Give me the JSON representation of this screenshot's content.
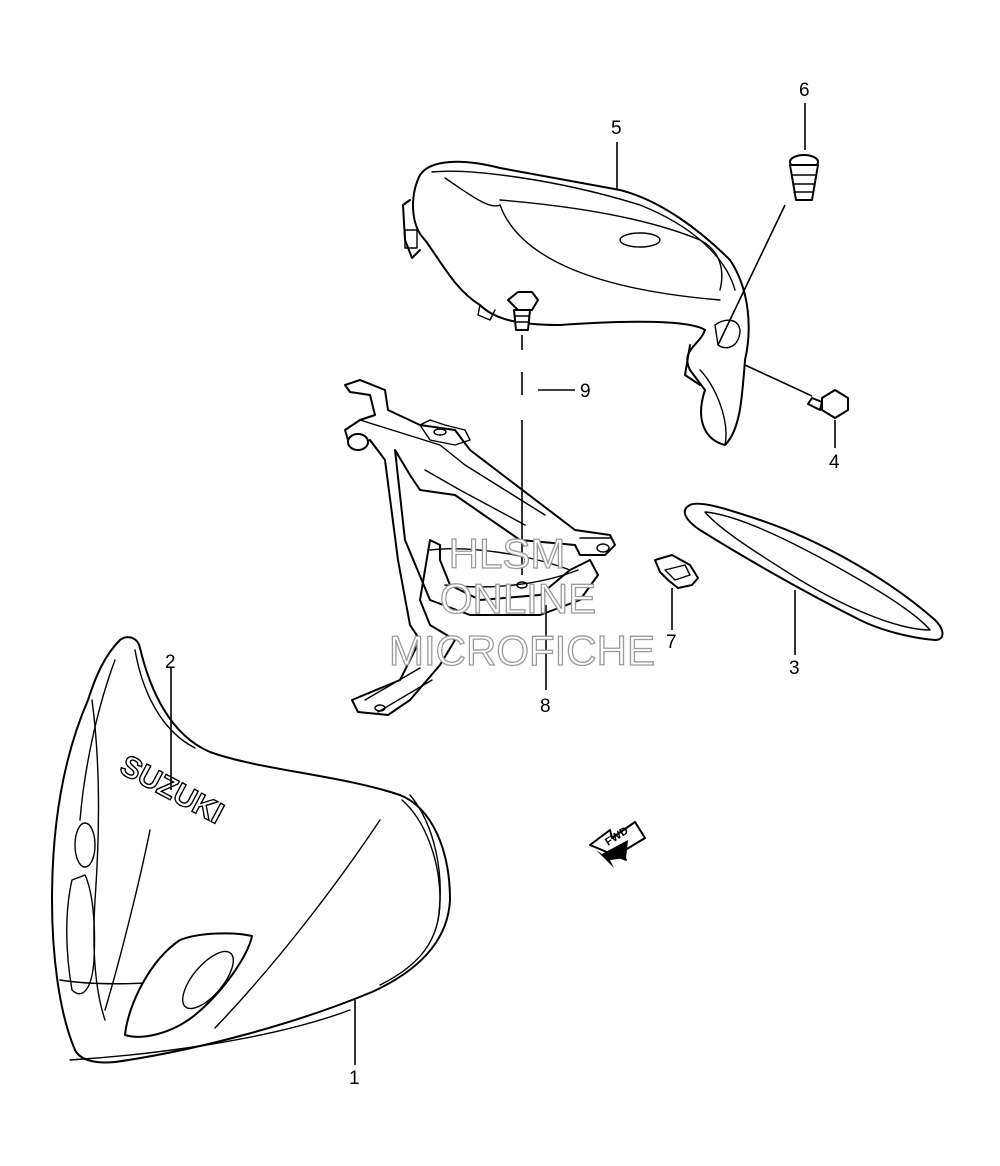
{
  "diagram": {
    "callouts": [
      {
        "id": "part-1",
        "label": "1"
      },
      {
        "id": "part-2",
        "label": "2"
      },
      {
        "id": "part-3",
        "label": "3"
      },
      {
        "id": "part-4",
        "label": "4"
      },
      {
        "id": "part-5",
        "label": "5"
      },
      {
        "id": "part-6",
        "label": "6"
      },
      {
        "id": "part-7",
        "label": "7"
      },
      {
        "id": "part-8",
        "label": "8"
      },
      {
        "id": "part-9",
        "label": "9"
      }
    ],
    "brand_text": "SUZUKI",
    "fwd_label": "FWD",
    "watermark": {
      "line1": "HLSM",
      "line2": "ONLINE",
      "line3": "MICROFICHE"
    }
  }
}
